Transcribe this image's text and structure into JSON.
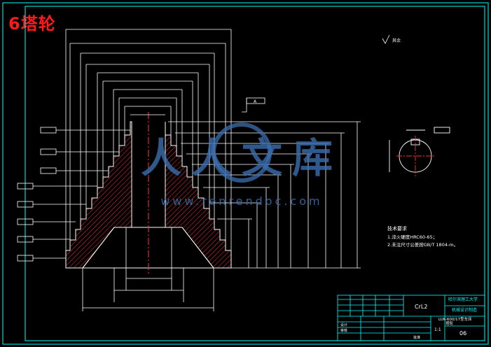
{
  "title": "6塔轮",
  "roughness_note": "其余",
  "material": "CrL2",
  "tech_requirements": {
    "heading": "技术要求",
    "items": [
      "1.淬火硬度HRC60-65；",
      "2.未注尺寸公差按GB/T 1804-m。"
    ]
  },
  "title_block": {
    "school": "哈尔滨理工大学",
    "dept": "机械设计制造",
    "drawing_name": "塔轮",
    "project": "LUK-600/17型车床",
    "sheet_no": "06",
    "scale": "1:1",
    "label_design": "设计",
    "label_check": "审核",
    "label_approve": "批准"
  },
  "datum_tag": "A",
  "colors": {
    "frame": "#00ffff",
    "hatch": "#ff3333",
    "dims": "#ffffff",
    "centerline": "#ff3333",
    "titleblock_text": "#00ffff",
    "watermark": "#3b6fb0"
  },
  "watermark": {
    "cn": "人人文库",
    "url": "www.renrendoc.com"
  }
}
